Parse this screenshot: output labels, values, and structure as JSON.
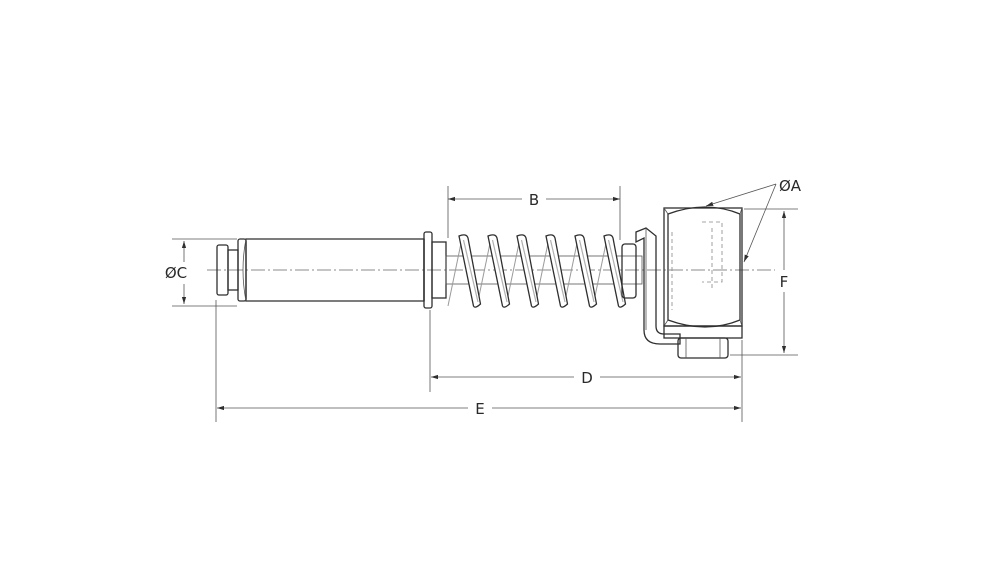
{
  "drawing": {
    "labels": {
      "dia_a": "ØA",
      "b": "B",
      "dia_c": "ØC",
      "d": "D",
      "e": "E",
      "f": "F"
    },
    "colors": {
      "line": "#2f2f2f",
      "shade_dark": "#9a9a9a",
      "shade_light": "#f4f4f4"
    }
  }
}
